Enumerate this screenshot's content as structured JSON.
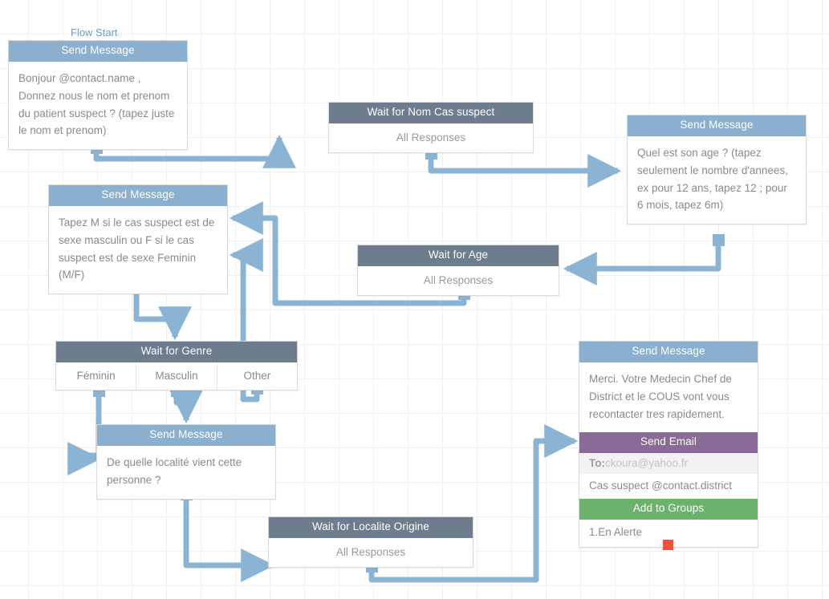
{
  "canvas": {
    "label_flow_start": "Flow Start",
    "grid_color": "#f0f0f2",
    "background": "#ffffff",
    "wire_color": "#8bb4d4",
    "stop_marker_color": "#f0533c"
  },
  "headers": {
    "send_message": "Send Message",
    "send_email": "Send Email",
    "add_to_groups": "Add to Groups"
  },
  "nodes": {
    "start_message": {
      "type": "send-message",
      "header": "Send Message",
      "body": "Bonjour @contact.name , Donnez nous le nom et prenom du patient suspect ? (tapez juste le nom et prenom)",
      "header_color": "#8aafcf"
    },
    "wait_nom": {
      "type": "wait",
      "header": "Wait for Nom Cas suspect",
      "body": "All Responses",
      "header_color": "#6d7d8e"
    },
    "age_message": {
      "type": "send-message",
      "header": "Send Message",
      "body": "Quel est son age ? (tapez seulement le nombre d'annees, ex pour 12 ans, tapez 12 ; pour 6 mois, tapez 6m)",
      "header_color": "#8aafcf"
    },
    "wait_age": {
      "type": "wait",
      "header": "Wait for Age",
      "body": "All Responses",
      "header_color": "#6d7d8e"
    },
    "genre_message": {
      "type": "send-message",
      "header": "Send Message",
      "body": "Tapez M si le cas suspect est de sexe masculin ou F si le cas suspect est de sexe Feminin (M/F)",
      "header_color": "#8aafcf"
    },
    "wait_genre": {
      "type": "wait-rules",
      "header": "Wait for Genre",
      "rules": [
        "Féminin",
        "Masculin",
        "Other"
      ],
      "header_color": "#6d7d8e"
    },
    "localite_message": {
      "type": "send-message",
      "header": "Send Message",
      "body": "De quelle localité vient cette personne ?",
      "header_color": "#8aafcf"
    },
    "wait_localite": {
      "type": "wait",
      "header": "Wait for Localite Origine",
      "body": "All Responses",
      "header_color": "#6d7d8e"
    },
    "final_actions": {
      "type": "multi-action",
      "message_header": "Send Message",
      "message_body": "Merci. Votre Medecin Chef de District et le COUS vont vous recontacter tres rapidement.",
      "email_header": "Send Email",
      "email_to_label": "To:",
      "email_to_value": "ckoura@yahoo.fr",
      "email_subject": "Cas suspect @contact.district",
      "groups_header": "Add to Groups",
      "groups_items": [
        "1.En Alerte"
      ],
      "message_header_color": "#8aafcf",
      "email_header_color": "#8a6a96",
      "groups_header_color": "#6cb26c"
    }
  }
}
